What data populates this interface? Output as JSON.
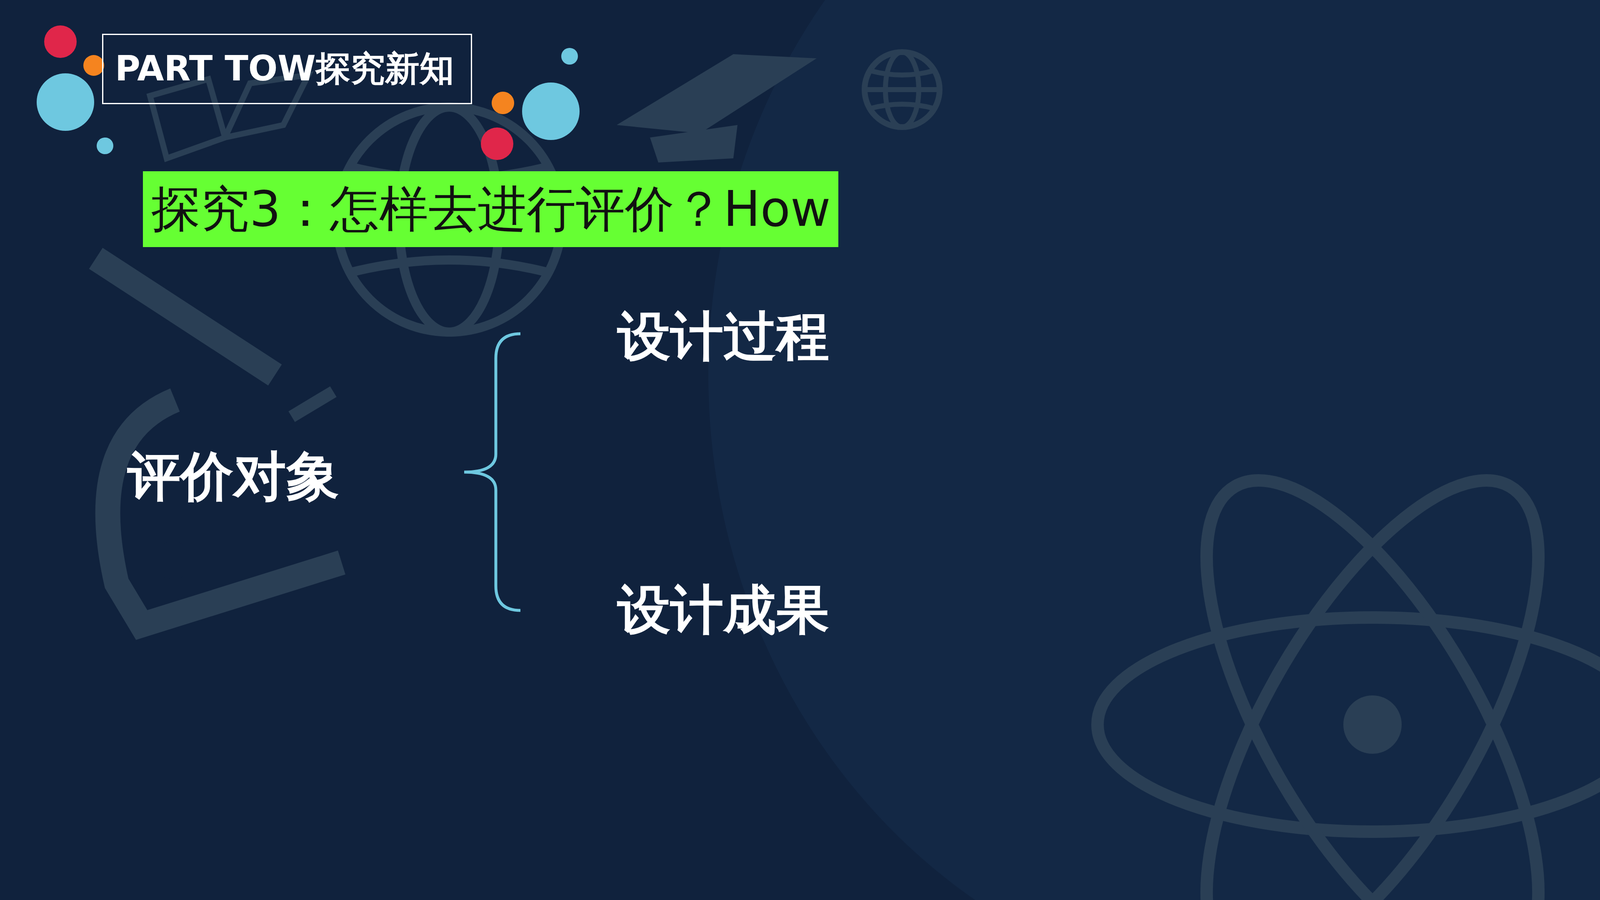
{
  "diagram": {
    "title": "PART TOW探究新知",
    "nodes": [
      {
        "text": [
          "探究3：怎样去进行评价？How"
        ]
      }
    ],
    "labels": [
      "评价对象",
      "设计过程",
      "设计成果"
    ]
  }
}
